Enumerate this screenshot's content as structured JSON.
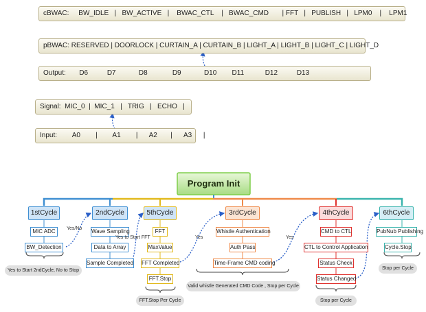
{
  "bars": {
    "cbwac": "cBWAC:     BW_IDLE   |   BW_ACTIVE   |    BWAC_CTL    |   BWAC_CMD       | FFT   |   PUBLISH   |   LPM0    |    LPM1",
    "pbwac": "pBWAC: RESERVED | DOORLOCK | CURTAIN_A | CURTAIN_B | LIGHT_A | LIGHT_B | LIGHT_C | LIGHT_D",
    "output": "Output:       D6          D7            D8             D9            D10        D11           D12          D13",
    "signal": "Signal:  MIC_0  |  MIC_1   |   TRIG   |   ECHO   |",
    "input": "Input:        A0        |        A1        |      A2       |      A3      |"
  },
  "root": "Program Init",
  "cycles": [
    {
      "title": "1stCycle",
      "items": [
        "MIC ADC",
        "BW_Detection"
      ],
      "caption": "Yes to Start 2ndCycle, No to Stop"
    },
    {
      "title": "2ndCycle",
      "items": [
        "Wave Sampling",
        "Data to Array",
        "Sample Completed"
      ]
    },
    {
      "title": "5thCycle",
      "items": [
        "FFT",
        "MaxValue",
        "FFT Completed",
        "FFT.Stop"
      ],
      "caption": "FFT.Stop Per Cycle"
    },
    {
      "title": "3rdCycle",
      "items": [
        "Whistle Authentication",
        "Auth Pass",
        "Time-Frame CMD coding"
      ],
      "caption": "Valid whistle Generated CMD Code , Stop per Cycle"
    },
    {
      "title": "4thCycle",
      "items": [
        "CMD to CTL",
        "CTL to Control Application",
        "Status Check",
        "Status Changed"
      ],
      "caption": "Stop per Cycle"
    },
    {
      "title": "6thCycle",
      "items": [
        "PubNub Publishing",
        "Cycle.Stop"
      ],
      "caption": "Stop per Cycle"
    }
  ],
  "links": {
    "yes_no": "Yes/No",
    "yes_fft": "Yes to Start FFT",
    "yes_3": "Yes",
    "yes_4": "Yes"
  },
  "colors": {
    "c1": "#3f8fd2",
    "c2": "#3f8fd2",
    "c5": "#e2b91c",
    "c3": "#ef8a4a",
    "c4": "#e0322f",
    "c6": "#3ab4ad",
    "link": "#2a5fc8",
    "root": "#7fce4a"
  }
}
